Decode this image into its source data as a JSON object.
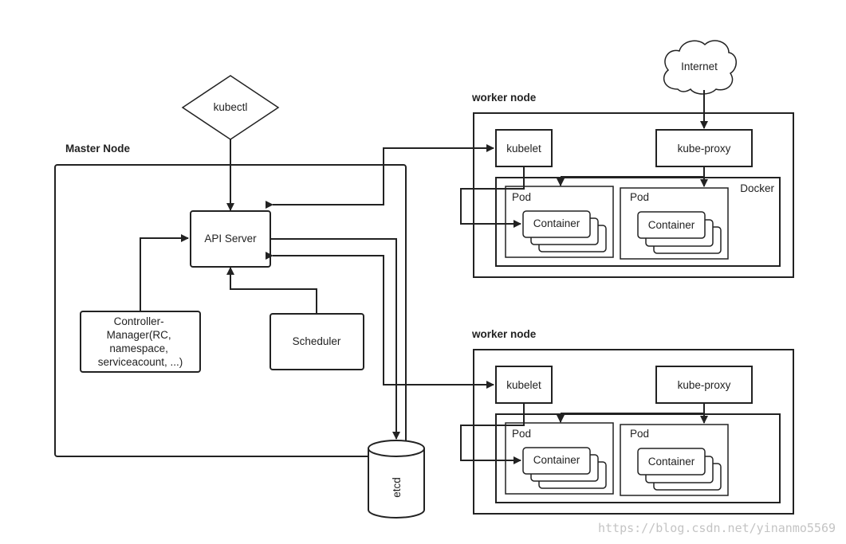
{
  "master_node": {
    "title": "Master Node",
    "kubectl": "kubectl",
    "api_server": "API Server",
    "controller_manager": [
      "Controller-",
      "Manager(RC,",
      "namespace,",
      "serviceacount, ...)"
    ],
    "scheduler": "Scheduler",
    "etcd": "etcd"
  },
  "internet": "Internet",
  "worker_nodes": [
    {
      "title": "worker node",
      "kubelet": "kubelet",
      "kube_proxy": "kube-proxy",
      "runtime_label": "Docker",
      "pods": [
        {
          "label": "Pod",
          "container": "Container"
        },
        {
          "label": "Pod",
          "container": "Container"
        }
      ]
    },
    {
      "title": "worker node",
      "kubelet": "kubelet",
      "kube_proxy": "kube-proxy",
      "runtime_label": "",
      "pods": [
        {
          "label": "Pod",
          "container": "Container"
        },
        {
          "label": "Pod",
          "container": "Container"
        }
      ]
    }
  ],
  "watermark": "https://blog.csdn.net/yinanmo5569"
}
